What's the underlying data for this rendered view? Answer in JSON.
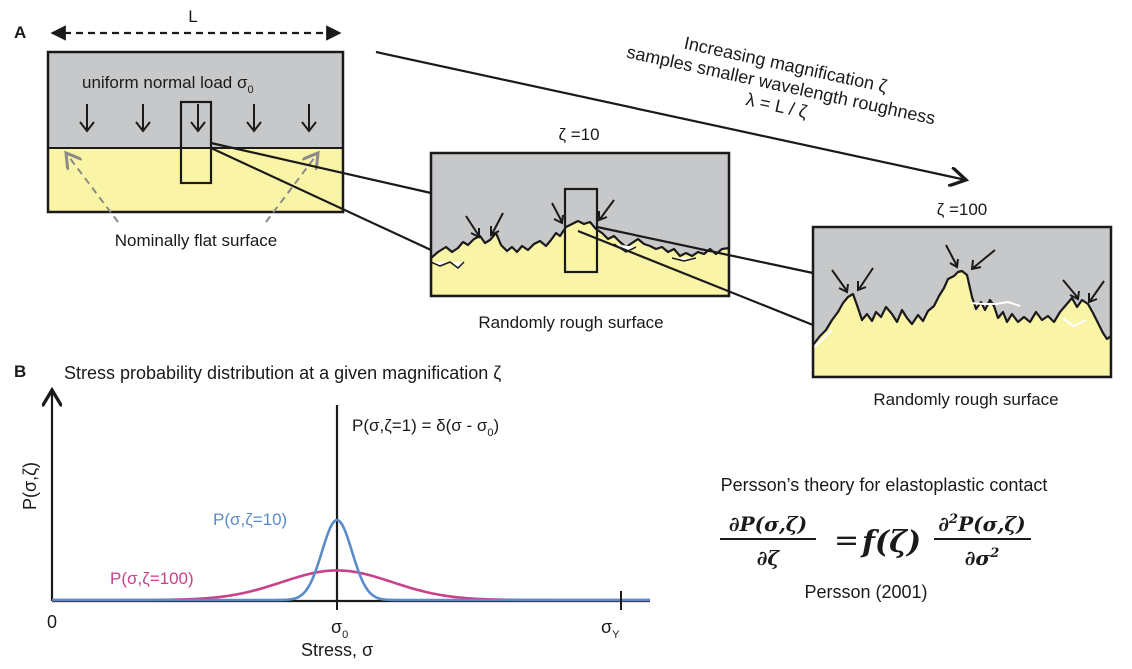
{
  "panel_a": {
    "label": "A",
    "length_label": "L",
    "load_label": "uniform normal load σ",
    "load_sub": "0",
    "flat_label": "Nominally flat surface",
    "magnification_text": [
      "Increasing magnification ζ",
      "samples smaller wavelength roughness",
      "λ = L / ζ"
    ],
    "zoom1_label": "ζ =10",
    "zoom2_label": "ζ =100",
    "rough_label_1": "Randomly rough surface",
    "rough_label_2": "Randomly rough surface"
  },
  "panel_b": {
    "label": "B",
    "title": "Stress probability distribution at a given magnification ζ",
    "y_axis_label": "P(σ,ζ)",
    "x_axis_label": "Stress, σ",
    "x_tick_zero": "0",
    "x_tick_sigma": "σ",
    "x_tick_sigma_sub": "0",
    "x_tick_yield": "σ",
    "x_tick_yield_sub": "Y",
    "delta_label": "P(σ,ζ=1) = δ(σ - σ",
    "delta_sub": "0",
    "delta_close": ")",
    "curve_10_label": "P(σ,ζ=10)",
    "curve_100_label": "P(σ,ζ=100)"
  },
  "theory": {
    "title": "Persson’s theory for elastoplastic contact",
    "citation": "Persson (2001)",
    "lhs_num": "∂P(σ,ζ)",
    "lhs_den": "∂ζ",
    "equals": "=",
    "f_zeta": "f(ζ)",
    "rhs_num": "∂",
    "rhs_num_sup": "2",
    "rhs_num_rest": "P(σ,ζ)",
    "rhs_den": "∂σ",
    "rhs_den_sup": "2"
  },
  "colors": {
    "load_gray": "#c7c8ca",
    "surface_yellow": "#faf4a6",
    "curve_blue": "#5b8cc9",
    "curve_pink": "#c8418a",
    "arrow_dashed": "#8a8a8a"
  },
  "chart_data": {
    "type": "line",
    "title": "Stress probability distribution at a given magnification ζ",
    "xlabel": "Stress, σ",
    "ylabel": "P(σ,ζ)",
    "x_ticks": [
      "0",
      "σ0",
      "σY"
    ],
    "series": [
      {
        "name": "P(σ,ζ=1) = δ(σ - σ0)",
        "shape": "delta at σ0"
      },
      {
        "name": "P(σ,ζ=10)",
        "shape": "narrow gaussian centered at σ0",
        "relative_peak": 1.0
      },
      {
        "name": "P(σ,ζ=100)",
        "shape": "broad gaussian centered at σ0",
        "relative_peak": 0.37
      }
    ]
  }
}
